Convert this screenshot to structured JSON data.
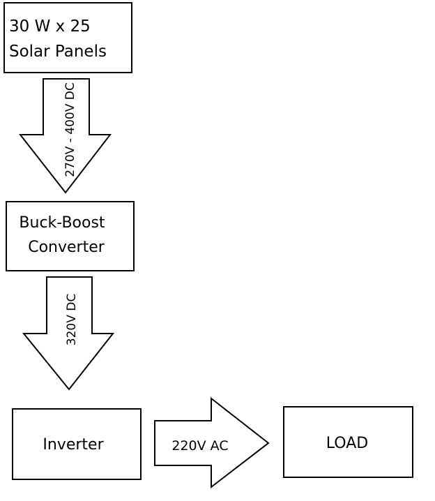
{
  "diagram": {
    "solar_panels": {
      "line1": "30 W x 25",
      "line2": "Solar Panels"
    },
    "arrow_solar_to_converter": {
      "label": "270V - 400V DC"
    },
    "converter": {
      "line1": "Buck-Boost",
      "line2": "Converter"
    },
    "arrow_converter_to_inverter": {
      "label": "320V DC"
    },
    "inverter": {
      "label": "Inverter"
    },
    "arrow_inverter_to_load": {
      "label": "220V AC"
    },
    "load": {
      "label": "LOAD"
    }
  }
}
